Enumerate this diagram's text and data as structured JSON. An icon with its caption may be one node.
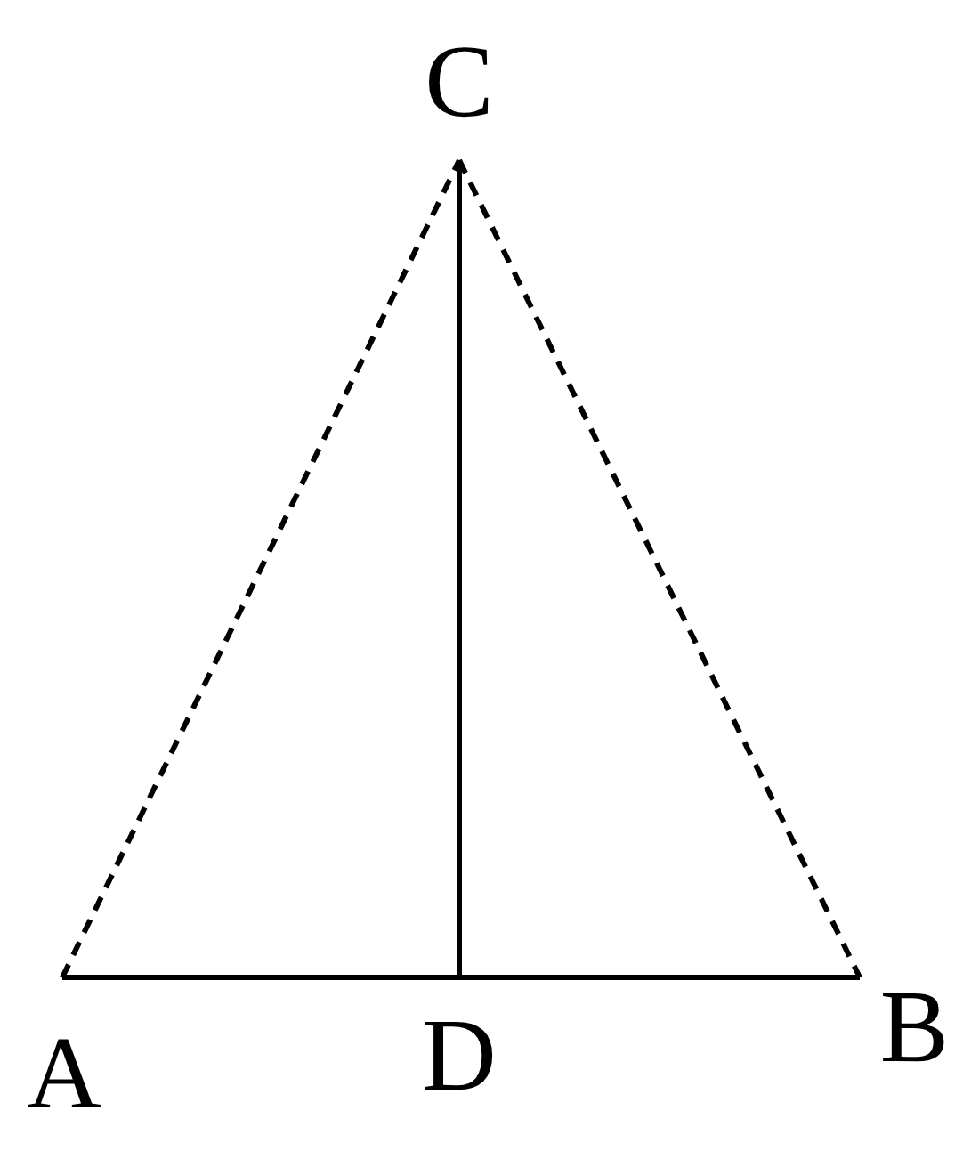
{
  "diagram": {
    "nodes": [
      {
        "text": [
          "C"
        ]
      },
      {
        "text": [
          "A"
        ]
      },
      {
        "text": [
          "D"
        ]
      },
      {
        "text": [
          "B"
        ]
      }
    ],
    "edges": [
      {
        "from": 1,
        "to": 0,
        "arrow": "none",
        "style": "dashed"
      },
      {
        "from": 0,
        "to": 3,
        "arrow": "none",
        "style": "dashed"
      },
      {
        "from": 0,
        "to": 2,
        "arrow": "none"
      },
      {
        "from": 1,
        "to": 2,
        "arrow": "none"
      },
      {
        "from": 2,
        "to": 3,
        "arrow": "none"
      }
    ]
  }
}
